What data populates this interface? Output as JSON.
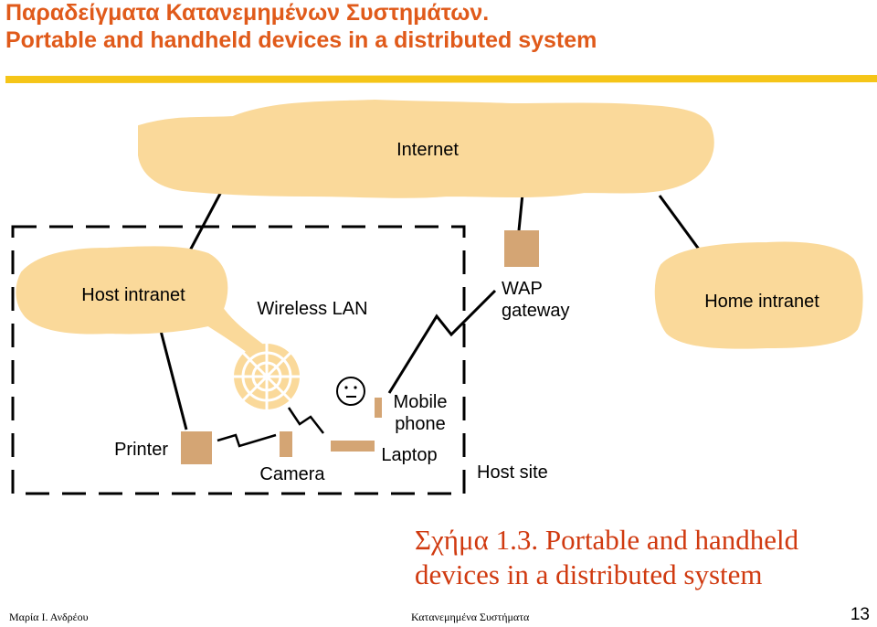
{
  "slide": {
    "title_line1": "Παραδείγματα Κατανεμημένων Συστημάτων.",
    "title_line2": "Portable and handheld devices in a distributed system",
    "caption_line1": "Σχήμα 1.3. Portable and handheld",
    "caption_line2": "devices in a distributed system",
    "footer_author": "Μαρία Ι. Ανδρέου",
    "footer_course": "Κατανεμημένα Συστήματα",
    "page_number": "13"
  },
  "diagram": {
    "internet": "Internet",
    "host_intranet": "Host intranet",
    "wireless_lan": "Wireless LAN",
    "wap_line1": "WAP",
    "wap_line2": "gateway",
    "home_intranet": "Home intranet",
    "mobile_line1": "Mobile",
    "mobile_line2": "phone",
    "printer": "Printer",
    "camera": "Camera",
    "laptop": "Laptop",
    "host_site": "Host site"
  },
  "colors": {
    "title": "#e05a1a",
    "caption": "#d03a10",
    "cloud_fill": "#fad99a",
    "device_fill": "#d4a574",
    "rule": "#f5c518"
  }
}
